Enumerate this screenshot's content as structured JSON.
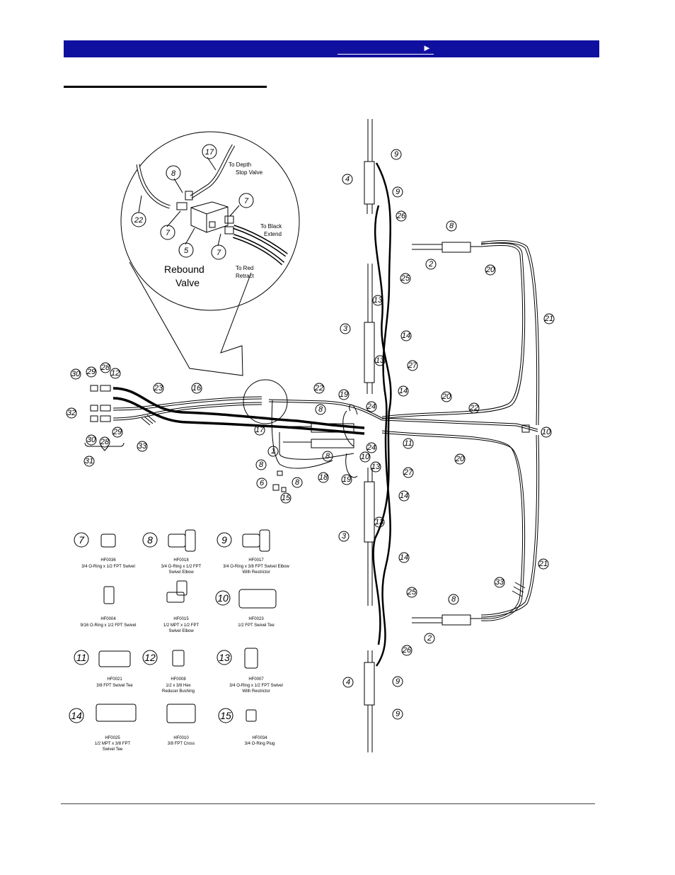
{
  "header": {
    "nav_arrow": "►"
  },
  "inset": {
    "title_line1": "Rebound",
    "title_line2": "Valve",
    "to_depth_1": "To Depth",
    "to_depth_2": "Stop Valve",
    "to_black_1": "To Black",
    "to_black_2": "Extend",
    "to_red_1": "To Red",
    "to_red_2": "Retract"
  },
  "fittings": [
    {
      "num": "7",
      "code": "HF0036",
      "desc1": "3/4 O-Ring x 1/2 FPT Swivel",
      "desc2": ""
    },
    {
      "num": "8",
      "code": "HF0018",
      "desc1": "3/4 O-Ring x 1/2 FPT",
      "desc2": "Swivel Elbow"
    },
    {
      "num": "9",
      "code": "HF0017",
      "desc1": "3/4 O-Ring x 3/8 FPT Swivel Elbow",
      "desc2": "With Restrictor"
    },
    {
      "num": "",
      "code": "HF0004",
      "desc1": "9/16 O-Ring x 1/2 FPT Swivel",
      "desc2": ""
    },
    {
      "num": "",
      "code": "HF0015",
      "desc1": "1/2 MPT x 1/2 FPT",
      "desc2": "Swivel Elbow"
    },
    {
      "num": "10",
      "code": "HF0023",
      "desc1": "1/2 FPT Swivel Tee",
      "desc2": ""
    },
    {
      "num": "11",
      "code": "HF0021",
      "desc1": "3/8 FPT Swivel Tee",
      "desc2": ""
    },
    {
      "num": "12",
      "code": "HF0008",
      "desc1": "1/2  x 3/8 Hex",
      "desc2": "Reducer Bushing"
    },
    {
      "num": "13",
      "code": "HF0007",
      "desc1": "3/4 O-Ring x 1/2 FPT Swivel",
      "desc2": "With Restrictor"
    },
    {
      "num": "14",
      "code": "HF0025",
      "desc1": "1/2 MPT x 3/8 FPT",
      "desc2": "Swivel Tee"
    },
    {
      "num": "",
      "code": "HF0010",
      "desc1": "3/8 FPT Cross",
      "desc2": ""
    },
    {
      "num": "15",
      "code": "HF0034",
      "desc1": "3/4 O-Ring Plug",
      "desc2": ""
    }
  ],
  "callouts": {
    "c2": "2",
    "c3": "3",
    "c4": "4",
    "c5": "5",
    "c6": "6",
    "c7": "7",
    "c8": "8",
    "c9": "9",
    "c10": "10",
    "c11": "11",
    "c12": "12",
    "c13": "13",
    "c14": "14",
    "c15": "15",
    "c16": "16",
    "c17": "17",
    "c18": "18",
    "c19": "19",
    "c20": "20",
    "c21": "21",
    "c22": "22",
    "c23": "23",
    "c24": "24",
    "c25": "25",
    "c26": "26",
    "c27": "27",
    "c28": "28",
    "c29": "29",
    "c30": "30",
    "c31": "31",
    "c32": "32",
    "c33": "33"
  }
}
